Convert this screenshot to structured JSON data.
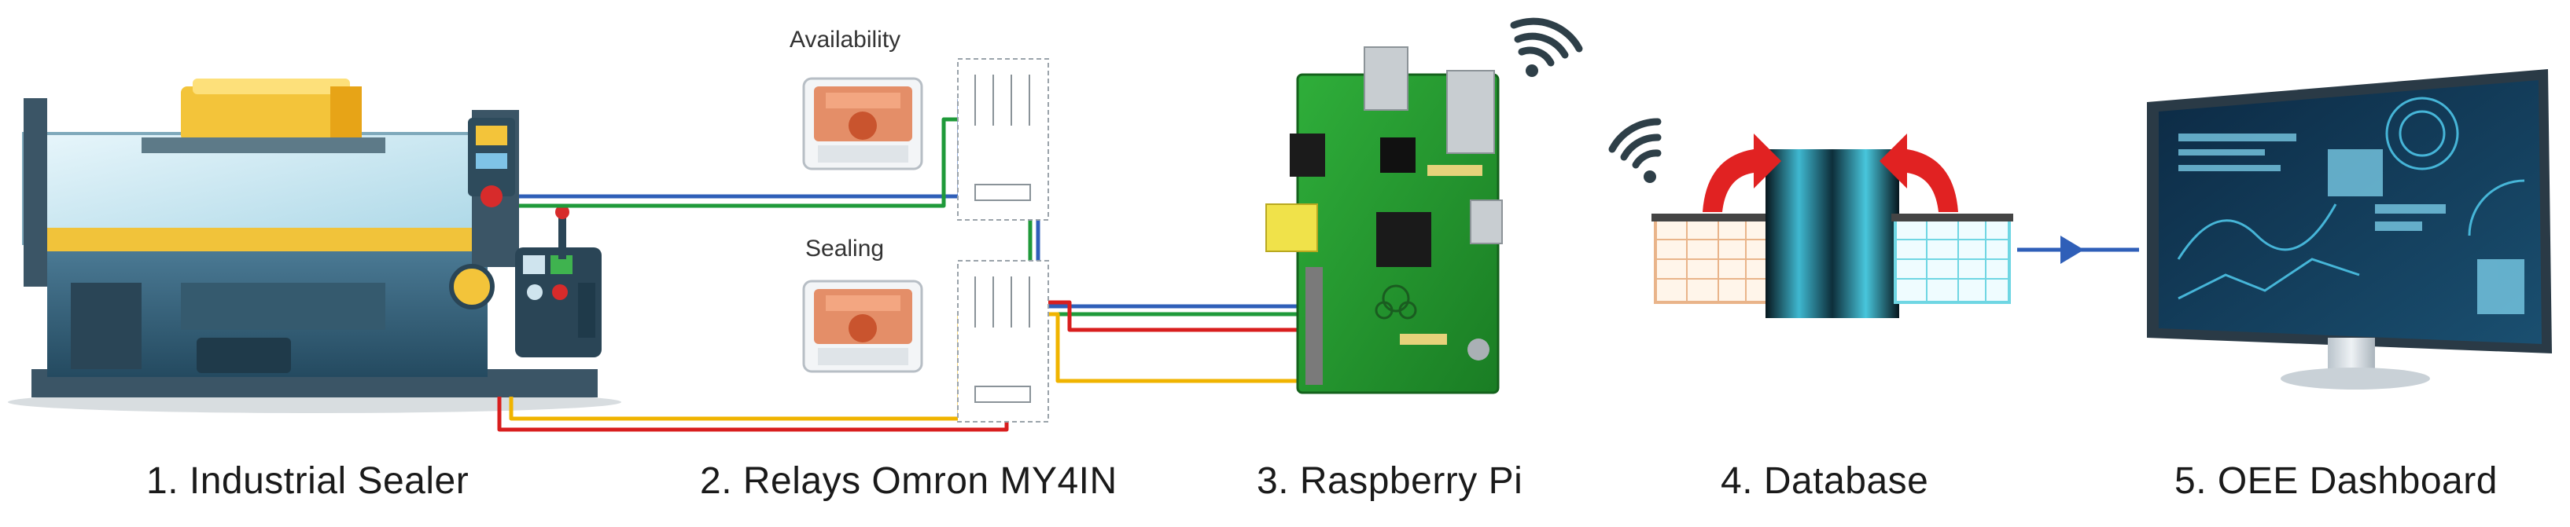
{
  "stages": [
    {
      "label": "1. Industrial Sealer"
    },
    {
      "label": "2. Relays Omron MY4IN"
    },
    {
      "label": "3. Raspberry Pi"
    },
    {
      "label": "4. Database"
    },
    {
      "label": "5. OEE Dashboard"
    }
  ],
  "relays": [
    {
      "label": "Availability"
    },
    {
      "label": "Sealing"
    }
  ],
  "wire_colors": {
    "blue": "#2f5fb8",
    "green": "#1f9a3a",
    "red": "#d81e1e",
    "yellow": "#f0b400"
  }
}
